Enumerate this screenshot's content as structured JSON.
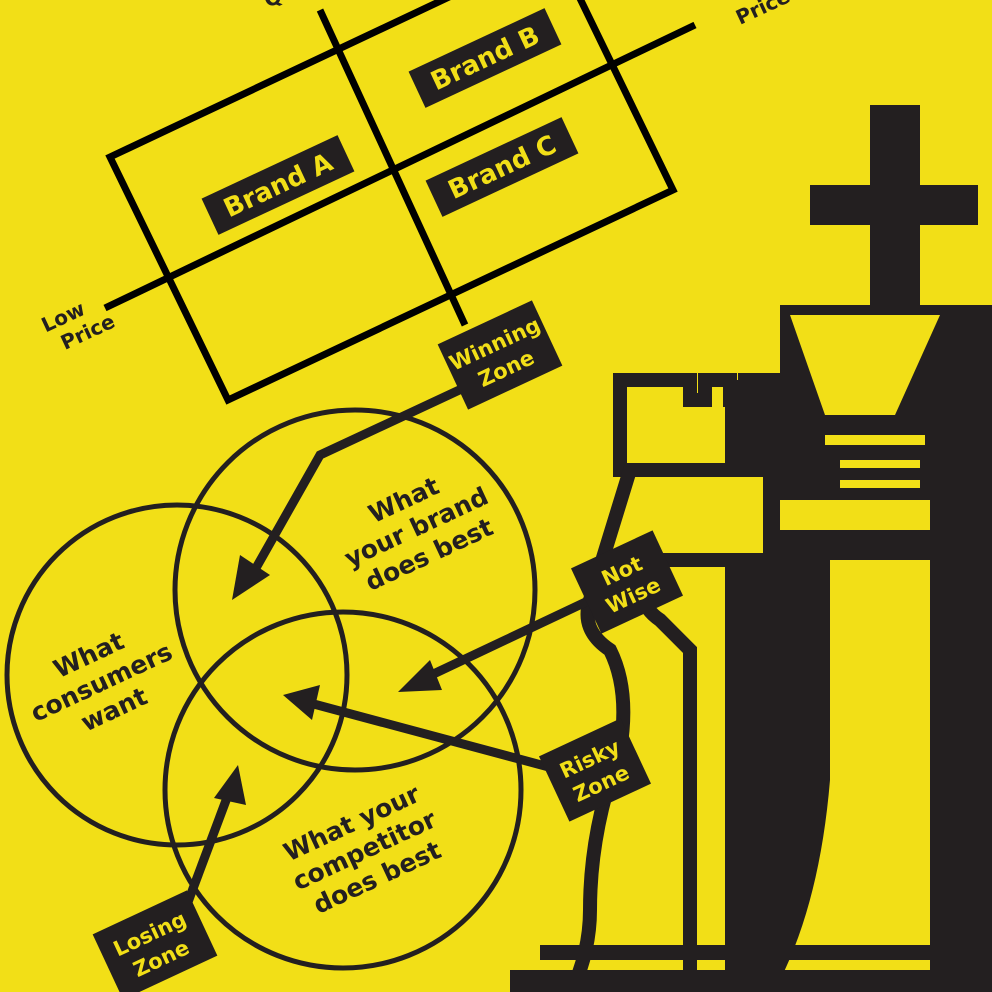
{
  "colors": {
    "background": "#F2DF17",
    "ink": "#231F20"
  },
  "matrix": {
    "axis_top_label": "Qu",
    "axis_right_label": "Price",
    "axis_left_label": [
      "Low",
      "Price"
    ],
    "brands": [
      "Brand A",
      "Brand B",
      "Brand C"
    ]
  },
  "venn": {
    "brand": [
      "What",
      "your brand",
      "does best"
    ],
    "consumers": [
      "What",
      "consumers",
      "want"
    ],
    "competitor": [
      "What your",
      "competitor",
      "does best"
    ]
  },
  "zones": {
    "winning": [
      "Winning",
      "Zone"
    ],
    "not_wise": [
      "Not",
      "Wise"
    ],
    "risky": [
      "Risky",
      "Zone"
    ],
    "losing": [
      "Losing",
      "Zone"
    ]
  }
}
